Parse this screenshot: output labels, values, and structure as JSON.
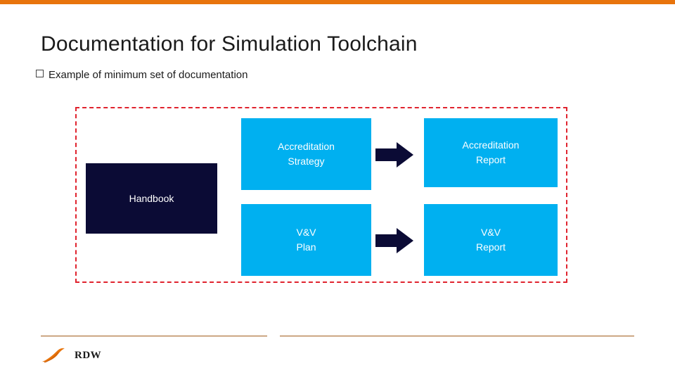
{
  "slide": {
    "title": "Documentation for Simulation Toolchain",
    "bullet": {
      "icon": "open-square-bullet-icon",
      "text": "Example of minimum set of documentation"
    },
    "diagram": {
      "border_color": "#e0232e",
      "accent_color": "#00b0f0",
      "dark_color": "#0b0b35",
      "boxes": [
        {
          "id": "handbook",
          "line1": "Handbook",
          "line2": ""
        },
        {
          "id": "accreditation-strategy",
          "line1": "Accreditation",
          "line2": "Strategy"
        },
        {
          "id": "accreditation-report",
          "line1": "Accreditation",
          "line2": "Report"
        },
        {
          "id": "vv-plan",
          "line1": "V&V",
          "line2": "Plan"
        },
        {
          "id": "vv-report",
          "line1": "V&V",
          "line2": "Report"
        }
      ],
      "arrows": [
        {
          "id": "arrow-strategy-to-report",
          "direction": "right"
        },
        {
          "id": "arrow-plan-to-report",
          "direction": "right"
        }
      ]
    },
    "footer": {
      "logo_text": "RDW",
      "accent_color": "#e8740c"
    }
  }
}
